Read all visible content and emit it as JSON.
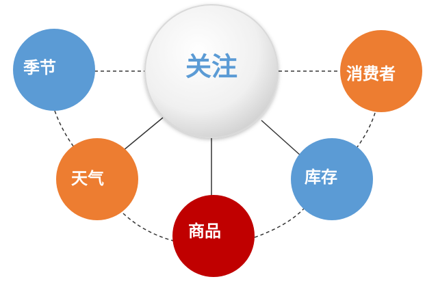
{
  "center": {
    "label": "关注"
  },
  "nodes": {
    "season": {
      "label": "季节"
    },
    "consumer": {
      "label": "消费者"
    },
    "weather": {
      "label": "天气"
    },
    "stock": {
      "label": "库存"
    },
    "product": {
      "label": "商品"
    }
  },
  "colors": {
    "blue": "#5b9bd5",
    "orange": "#ed7d31",
    "red": "#c00000",
    "center_text": "#5b9bd5",
    "line": "#333333"
  }
}
